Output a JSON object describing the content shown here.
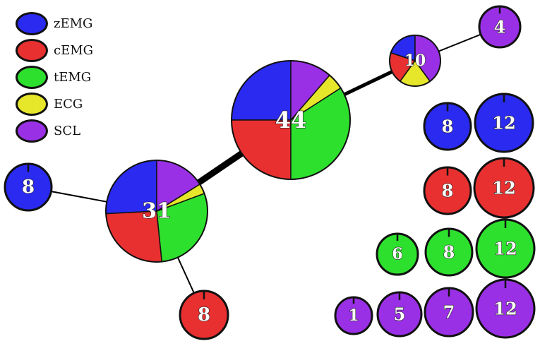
{
  "legend": [
    {
      "label": "zEMG",
      "color": "#2a2af0"
    },
    {
      "label": "cEMG",
      "color": "#e83030"
    },
    {
      "label": "tEMG",
      "color": "#2ee02e"
    },
    {
      "label": "ECG",
      "color": "#e6e62a"
    },
    {
      "label": "SCL",
      "color": "#9a30e6"
    }
  ],
  "network": {
    "nodes": [
      {
        "id": "n44",
        "label": "44",
        "slices": {
          "zEMG": 11,
          "cEMG": 11,
          "tEMG": 15,
          "ECG": 2,
          "SCL": 5
        }
      },
      {
        "id": "n31",
        "label": "31",
        "slices": {
          "zEMG": 8,
          "cEMG": 8,
          "tEMG": 9,
          "ECG": 1,
          "SCL": 5
        }
      },
      {
        "id": "n10",
        "label": "10",
        "slices": {
          "zEMG": 2,
          "cEMG": 2,
          "tEMG": 0,
          "ECG": 2,
          "SCL": 4
        }
      },
      {
        "id": "n4",
        "label": "4",
        "slices": {
          "SCL": 4
        }
      },
      {
        "id": "n8-left",
        "label": "8",
        "slices": {
          "zEMG": 8
        }
      },
      {
        "id": "n8-bottom",
        "label": "8",
        "slices": {
          "cEMG": 8
        }
      },
      {
        "id": "n8-blue",
        "label": "8",
        "slices": {
          "zEMG": 8
        }
      },
      {
        "id": "n12-blue",
        "label": "12",
        "slices": {
          "zEMG": 12
        }
      },
      {
        "id": "n8-red",
        "label": "8",
        "slices": {
          "cEMG": 8
        }
      },
      {
        "id": "n12-red",
        "label": "12",
        "slices": {
          "cEMG": 12
        }
      },
      {
        "id": "n6-green",
        "label": "6",
        "slices": {
          "tEMG": 6
        }
      },
      {
        "id": "n8-green",
        "label": "8",
        "slices": {
          "tEMG": 8
        }
      },
      {
        "id": "n12-green",
        "label": "12",
        "slices": {
          "tEMG": 12
        }
      },
      {
        "id": "n1-purple",
        "label": "1",
        "slices": {
          "SCL": 1
        }
      },
      {
        "id": "n5-purple",
        "label": "5",
        "slices": {
          "SCL": 5
        }
      },
      {
        "id": "n7-purple",
        "label": "7",
        "slices": {
          "SCL": 7
        }
      },
      {
        "id": "n12-purple",
        "label": "12",
        "slices": {
          "SCL": 12
        }
      }
    ],
    "edges": [
      {
        "from": "n31",
        "to": "n44",
        "weight": "heavy"
      },
      {
        "from": "n44",
        "to": "n10",
        "weight": "medium"
      },
      {
        "from": "n10",
        "to": "n4",
        "weight": "light"
      },
      {
        "from": "n31",
        "to": "n8-left",
        "weight": "light"
      },
      {
        "from": "n31",
        "to": "n8-bottom",
        "weight": "light"
      }
    ]
  }
}
